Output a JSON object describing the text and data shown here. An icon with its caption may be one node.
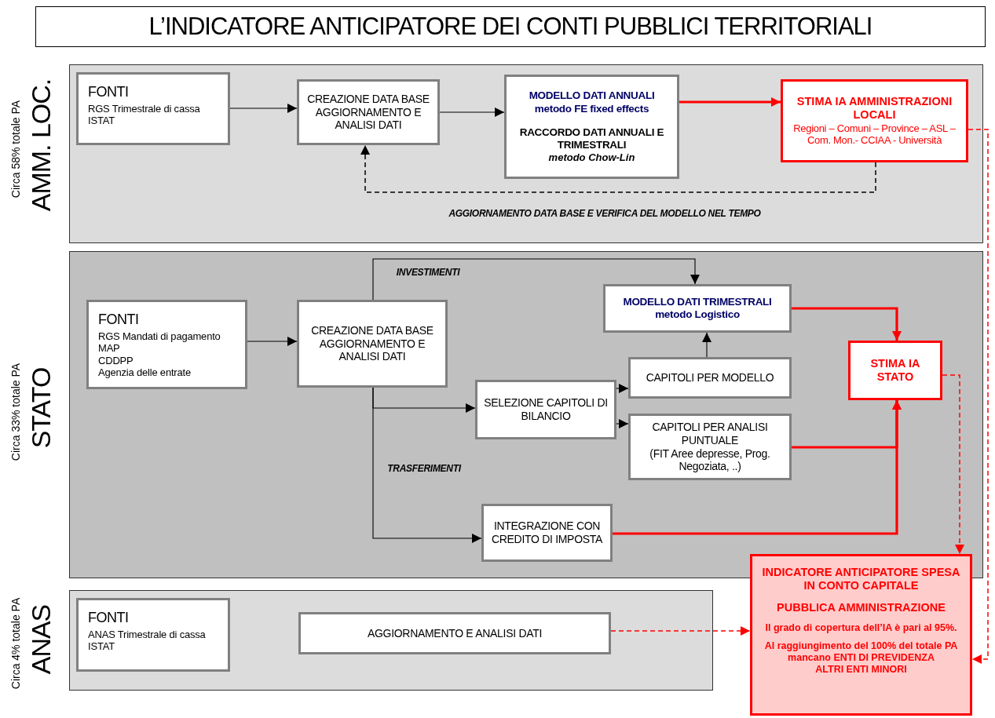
{
  "diagram": {
    "title": "L’INDICATORE ANTICIPATORE DEI CONTI PUBBLICI TERRITORIALI",
    "nodes": [
      {
        "text": [],
        "shape": "box",
        "beside": [
          "Circa 58% totale PA",
          "AMM. LOC."
        ]
      },
      {
        "text": [
          "FONTI",
          "RGS Trimestrale di cassa",
          "ISTAT"
        ],
        "in": 0
      },
      {
        "text": [
          "CREAZIONE DATA BASE AGGIORNAMENTO E ANALISI DATI"
        ],
        "in": 0
      },
      {
        "text": [
          "MODELLO DATI ANNUALI",
          "metodo FE fixed effects",
          "RACCORDO DATI ANNUALI E TRIMESTRALI",
          "metodo Chow-Lin"
        ],
        "in": 0
      },
      {
        "text": [
          "STIMA IA AMMINISTRAZIONI LOCALI",
          "Regioni – Comuni – Province – ASL – Com. Mon.- CCIAA - Università"
        ],
        "in": 0
      },
      {
        "text": [],
        "shape": "box",
        "beside": [
          "Circa 33% totale PA",
          "STATO"
        ]
      },
      {
        "text": [
          "FONTI",
          "RGS Mandati di pagamento",
          "MAP",
          "CDDPP",
          "Agenzia delle entrate"
        ],
        "in": 5
      },
      {
        "text": [
          "CREAZIONE DATA BASE AGGIORNAMENTO E ANALISI DATI"
        ],
        "in": 5
      },
      {
        "text": [
          "MODELLO DATI TRIMESTRALI",
          "metodo Logistico"
        ],
        "in": 5
      },
      {
        "text": [
          "SELEZIONE CAPITOLI DI BILANCIO"
        ],
        "in": 5
      },
      {
        "text": [
          "CAPITOLI PER MODELLO"
        ],
        "in": 5
      },
      {
        "text": [
          "CAPITOLI PER ANALISI PUNTUALE",
          "(FIT Aree depresse, Prog. Negoziata, ..)"
        ],
        "in": 5
      },
      {
        "text": [
          "INTEGRAZIONE CON CREDITO DI IMPOSTA"
        ],
        "in": 5
      },
      {
        "text": [
          "STIMA IA STATO"
        ],
        "in": 5
      },
      {
        "text": [],
        "shape": "box",
        "beside": [
          "Circa 4% totale PA",
          "ANAS"
        ]
      },
      {
        "text": [
          "FONTI",
          "ANAS Trimestrale di cassa",
          "ISTAT"
        ],
        "in": 14
      },
      {
        "text": [
          "AGGIORNAMENTO E ANALISI DATI"
        ],
        "in": 14
      },
      {
        "text": [
          "INDICATORE ANTICIPATORE SPESA IN CONTO CAPITALE",
          "PUBBLICA AMMINISTRAZIONE",
          "Il grado di copertura dell’IA è pari al 95%.",
          "Al raggiungimento del 100% del totale PA mancano ENTI DI PREVIDENZA",
          "ALTRI ENTI MINORI"
        ]
      }
    ],
    "edges": [
      {
        "from": 1,
        "to": 2,
        "arrow": "to"
      },
      {
        "from": 2,
        "to": 3,
        "arrow": "to"
      },
      {
        "from": 3,
        "to": 4,
        "arrow": "to",
        "style": "thick",
        "color": "#ff0000"
      },
      {
        "from": 4,
        "to": 2,
        "arrow": "to",
        "style": "dashed",
        "label": "AGGIORNAMENTO DATA BASE E VERIFICA DEL MODELLO NEL TEMPO"
      },
      {
        "from": 4,
        "to": 17,
        "arrow": "to",
        "style": "dashed",
        "color": "#ff0000"
      },
      {
        "from": 6,
        "to": 7,
        "arrow": "to"
      },
      {
        "from": 7,
        "to": 8,
        "arrow": "to",
        "label": "INVESTIMENTI"
      },
      {
        "from": 7,
        "to": 9,
        "arrow": "to"
      },
      {
        "from": 7,
        "to": 12,
        "arrow": "to",
        "label": "TRASFERIMENTI"
      },
      {
        "from": 9,
        "to": 10,
        "arrow": "to"
      },
      {
        "from": 9,
        "to": 11,
        "arrow": "to"
      },
      {
        "from": 10,
        "to": 8,
        "arrow": "to"
      },
      {
        "from": 8,
        "to": 13,
        "arrow": "to",
        "style": "thick",
        "color": "#ff0000"
      },
      {
        "from": 11,
        "to": 13,
        "arrow": "to",
        "style": "thick",
        "color": "#ff0000"
      },
      {
        "from": 12,
        "to": 13,
        "arrow": "to",
        "style": "thick",
        "color": "#ff0000"
      },
      {
        "from": 13,
        "to": 17,
        "arrow": "to",
        "style": "dashed",
        "color": "#ff0000"
      },
      {
        "from": 16,
        "to": 17,
        "arrow": "to",
        "style": "dashed",
        "color": "#ff0000"
      }
    ]
  }
}
